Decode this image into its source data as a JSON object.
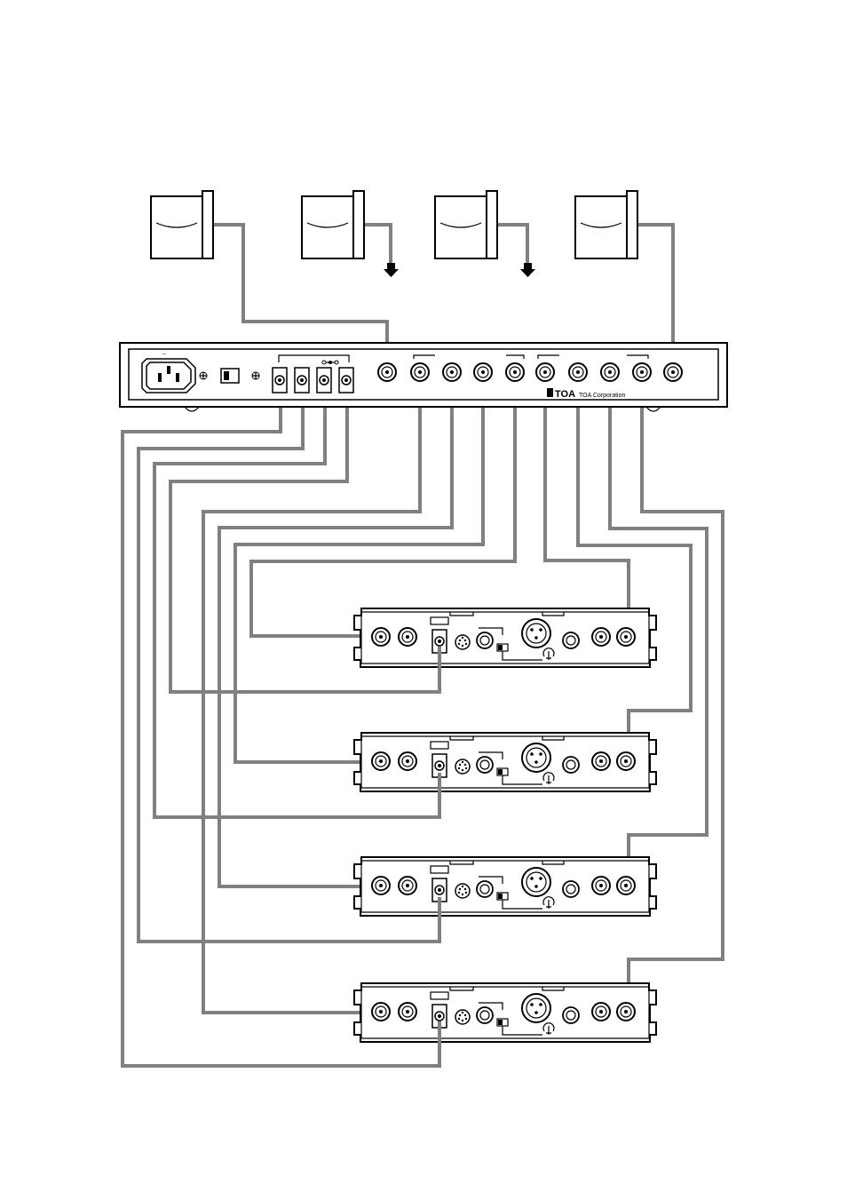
{
  "main_unit": {
    "logo": "TOA",
    "brand": "TOA Corporation"
  },
  "antennas": [
    {
      "id": "antenna-1",
      "output": "cable"
    },
    {
      "id": "antenna-2",
      "output": "arrow-down"
    },
    {
      "id": "antenna-3",
      "output": "arrow-down"
    },
    {
      "id": "antenna-4",
      "output": "cable"
    }
  ],
  "receivers": [
    {
      "id": "receiver-1"
    },
    {
      "id": "receiver-2"
    },
    {
      "id": "receiver-3"
    },
    {
      "id": "receiver-4"
    }
  ],
  "colors": {
    "cable": "#808080",
    "outline": "#000000",
    "background": "#ffffff"
  }
}
